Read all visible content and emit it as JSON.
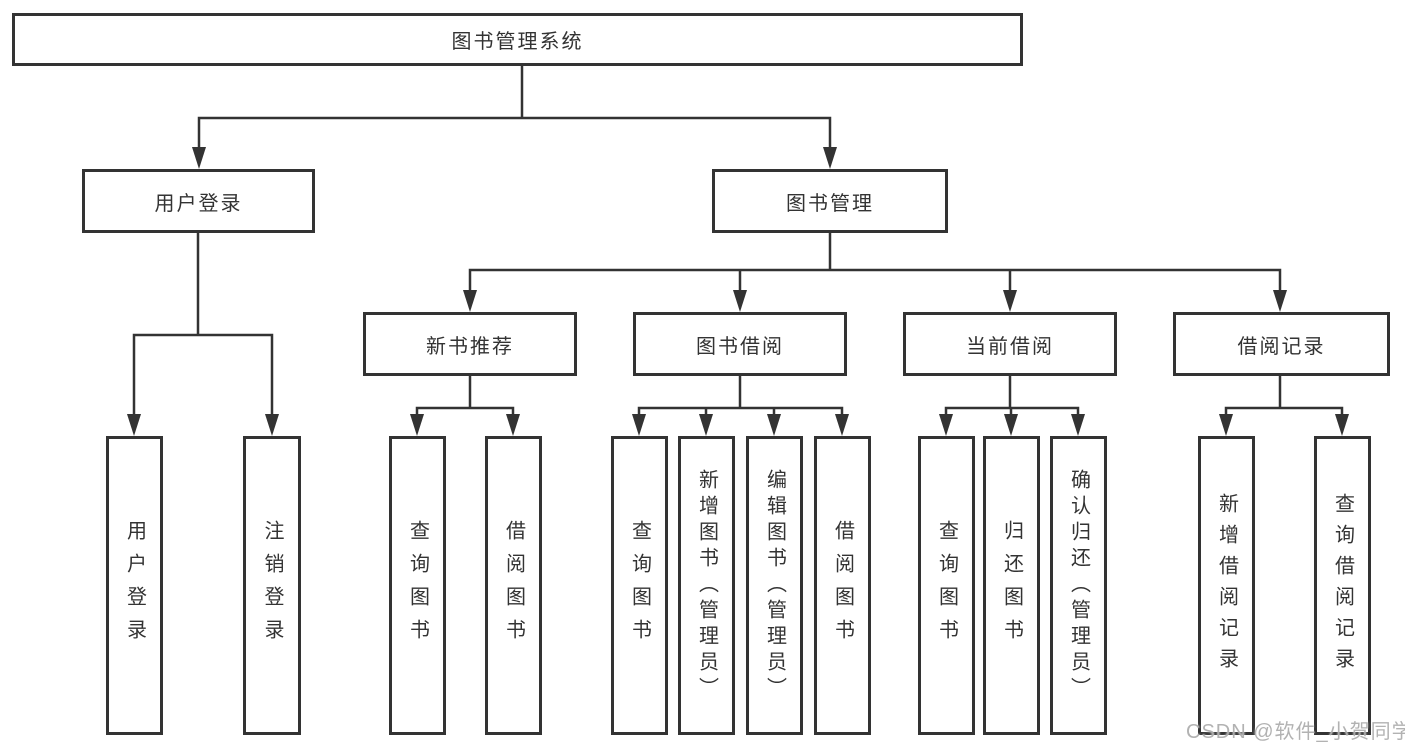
{
  "diagram": {
    "root": {
      "label": "图书管理系统"
    },
    "level2": [
      {
        "label": "用户登录"
      },
      {
        "label": "图书管理"
      }
    ],
    "level3": [
      {
        "label": "新书推荐"
      },
      {
        "label": "图书借阅"
      },
      {
        "label": "当前借阅"
      },
      {
        "label": "借阅记录"
      }
    ],
    "leaves": [
      {
        "label": "用户登录",
        "parent": "用户登录"
      },
      {
        "label": "注销登录",
        "parent": "用户登录"
      },
      {
        "label": "查询图书",
        "parent": "新书推荐"
      },
      {
        "label": "借阅图书",
        "parent": "新书推荐"
      },
      {
        "label": "查询图书",
        "parent": "图书借阅"
      },
      {
        "label": "新增图书（管理员）",
        "parent": "图书借阅"
      },
      {
        "label": "编辑图书（管理员）",
        "parent": "图书借阅"
      },
      {
        "label": "借阅图书",
        "parent": "图书借阅"
      },
      {
        "label": "查询图书",
        "parent": "当前借阅"
      },
      {
        "label": "归还图书",
        "parent": "当前借阅"
      },
      {
        "label": "确认归还（管理员）",
        "parent": "当前借阅"
      },
      {
        "label": "新增借阅记录",
        "parent": "借阅记录"
      },
      {
        "label": "查询借阅记录",
        "parent": "借阅记录"
      }
    ],
    "colors": {
      "line": "#333333",
      "text": "#333333",
      "box_background": "#ffffff",
      "watermark": "#aaaaaa"
    },
    "watermark": {
      "text": "CSDN @软件_小贺同学"
    }
  }
}
